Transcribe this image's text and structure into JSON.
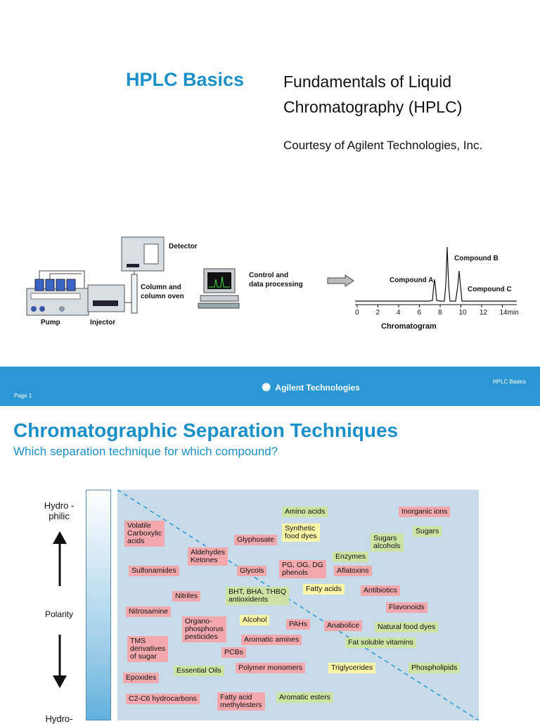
{
  "slide1": {
    "title": "HPLC Basics",
    "subtitle_line1": "Fundamentals of Liquid",
    "subtitle_line2": "Chromatography (HPLC)",
    "courtesy": "Courtesy of Agilent Technologies, Inc.",
    "diagram": {
      "detector": "Detector",
      "column_line1": "Column and",
      "column_line2": "column oven",
      "pump": "Pump",
      "injector": "Injector",
      "control_line1": "Control and",
      "control_line2": "data processing",
      "compound_a": "Compound A",
      "compound_b": "Compound B",
      "compound_c": "Compound C",
      "chromatogram": "Chromatogram",
      "axis_ticks": [
        "0",
        "2",
        "4",
        "6",
        "8",
        "10",
        "12",
        "14min"
      ]
    },
    "footer": {
      "page": "Page 1",
      "logo_text": "Agilent Technologies",
      "right_text": "HPLC  Basics"
    }
  },
  "slide2": {
    "title": "Chromatographic Separation Techniques",
    "subtitle": "Which separation technique for which compound?",
    "polarity_top_line1": "Hydro -",
    "polarity_top_line2": "philic",
    "polarity_mid": "Polarity",
    "polarity_bottom": "Hydro-",
    "compounds": [
      {
        "name": "Amino acids",
        "color": "green"
      },
      {
        "name": "Inorganic ions",
        "color": "pink"
      },
      {
        "name": "Volatile\nCarboxylic\nacids",
        "color": "pink"
      },
      {
        "name": "Synthetic\nfood dyes",
        "color": "yellow"
      },
      {
        "name": "Sugars",
        "color": "green"
      },
      {
        "name": "Glyphosate",
        "color": "pink"
      },
      {
        "name": "Sugars\nalcohols",
        "color": "green"
      },
      {
        "name": "Aldehydes\nKetones",
        "color": "pink"
      },
      {
        "name": "Enzymes",
        "color": "green"
      },
      {
        "name": "Sulfonamides",
        "color": "pink"
      },
      {
        "name": "Glycols",
        "color": "pink"
      },
      {
        "name": "PG, OG, DG\nphenols",
        "color": "pink"
      },
      {
        "name": "Aflatoxins",
        "color": "pink"
      },
      {
        "name": "Fatty acids",
        "color": "yellow"
      },
      {
        "name": "Antibiotics",
        "color": "pink"
      },
      {
        "name": "Nitriles",
        "color": "pink"
      },
      {
        "name": "BHT, BHA, THBQ\nantioxidents",
        "color": "green"
      },
      {
        "name": "Flavonoids",
        "color": "pink"
      },
      {
        "name": "Nitrosamine",
        "color": "pink"
      },
      {
        "name": "Organo-\nphosphorus\npesticides",
        "color": "pink"
      },
      {
        "name": "Alcohol",
        "color": "yellow"
      },
      {
        "name": "PAHs",
        "color": "pink"
      },
      {
        "name": "Anabolice",
        "color": "pink"
      },
      {
        "name": "Natural food dyes",
        "color": "green"
      },
      {
        "name": "Aromatic amines",
        "color": "pink"
      },
      {
        "name": "TMS\nderivatives\nof sugar",
        "color": "pink"
      },
      {
        "name": "Fat soluble vitamins",
        "color": "green"
      },
      {
        "name": "PCBs",
        "color": "pink"
      },
      {
        "name": "Essential Oils",
        "color": "green"
      },
      {
        "name": "Polymer monomers",
        "color": "pink"
      },
      {
        "name": "Triglycerides",
        "color": "yellow"
      },
      {
        "name": "Phospholipids",
        "color": "green"
      },
      {
        "name": "Epoxides",
        "color": "pink"
      },
      {
        "name": "C2-C6 hydrocarbons",
        "color": "pink"
      },
      {
        "name": "Fatty acid\nmethylesters",
        "color": "pink"
      },
      {
        "name": "Aromatic esters",
        "color": "green"
      }
    ]
  },
  "colors": {
    "accent": "#1b8fc7",
    "footer": "#2a96d4",
    "panel": "#c7dce8",
    "pink": "#f2a8ad",
    "yellow": "#fbf6a8",
    "green": "#cde3a3"
  }
}
